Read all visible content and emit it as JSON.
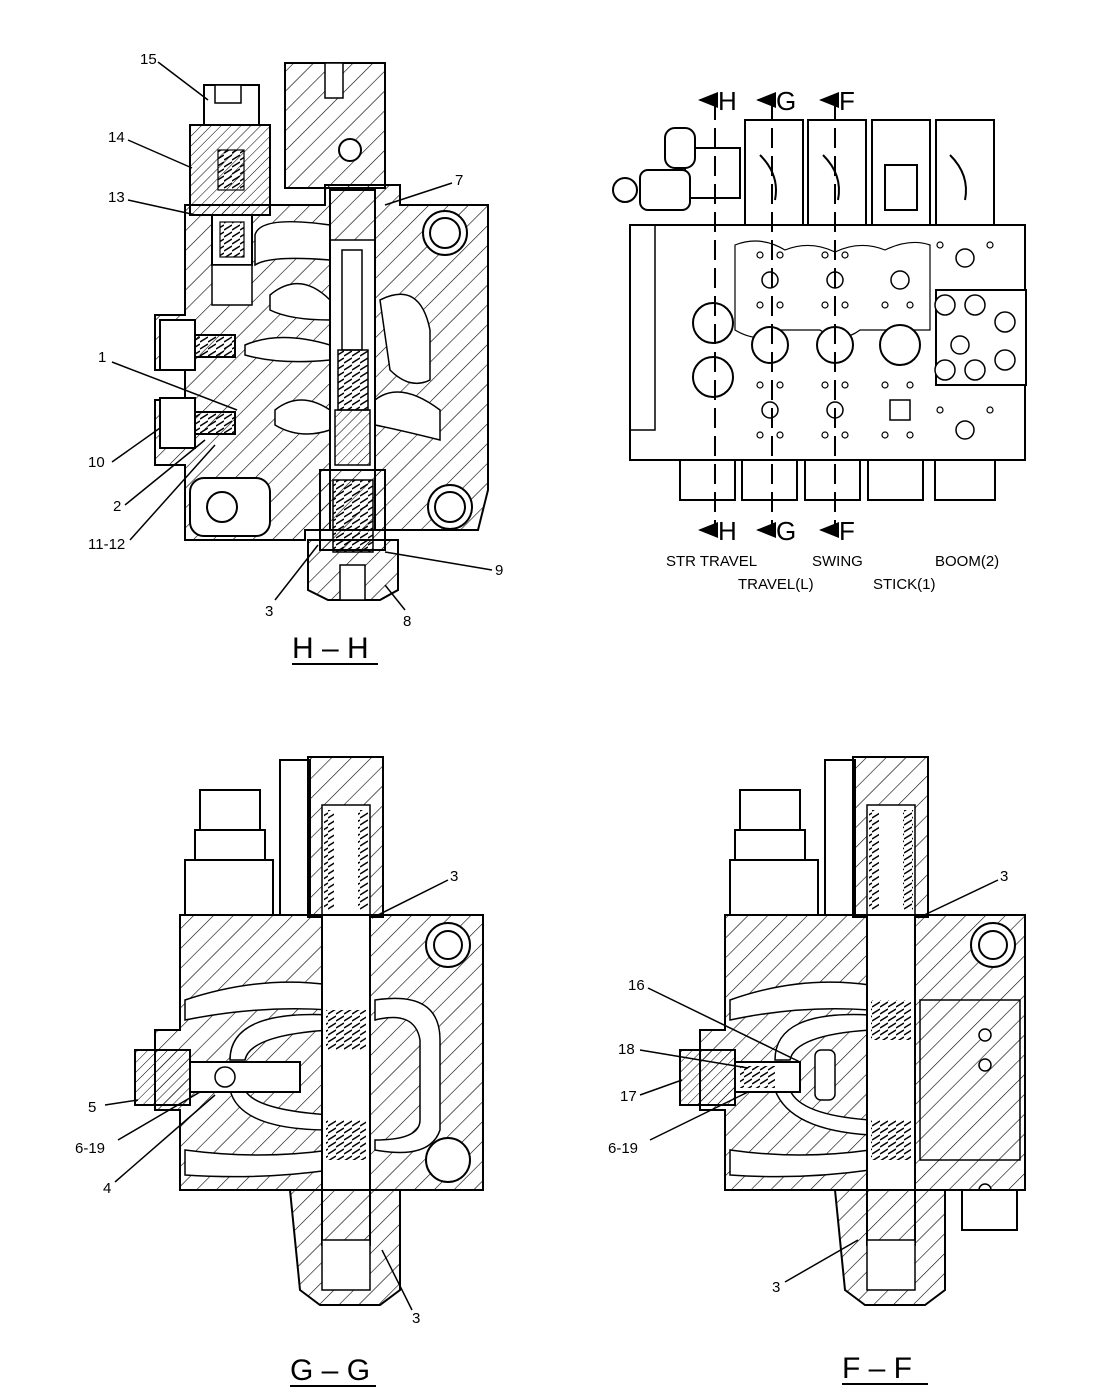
{
  "views": {
    "hh": {
      "title": "H – H",
      "callouts": [
        "15",
        "14",
        "13",
        "7",
        "1",
        "10",
        "2",
        "11-12",
        "3",
        "8",
        "9"
      ]
    },
    "top": {
      "section_markers": {
        "h": "H",
        "g": "G",
        "f": "F"
      },
      "functions": [
        "STR TRAVEL",
        "SWING",
        "BOOM(2)",
        "TRAVEL(L)",
        "STICK(1)"
      ]
    },
    "gg": {
      "title": "G – G",
      "callouts": [
        "3",
        "5",
        "6-19",
        "4",
        "3"
      ]
    },
    "ff": {
      "title": "F – F",
      "callouts": [
        "3",
        "16",
        "18",
        "17",
        "6-19",
        "3"
      ]
    }
  }
}
